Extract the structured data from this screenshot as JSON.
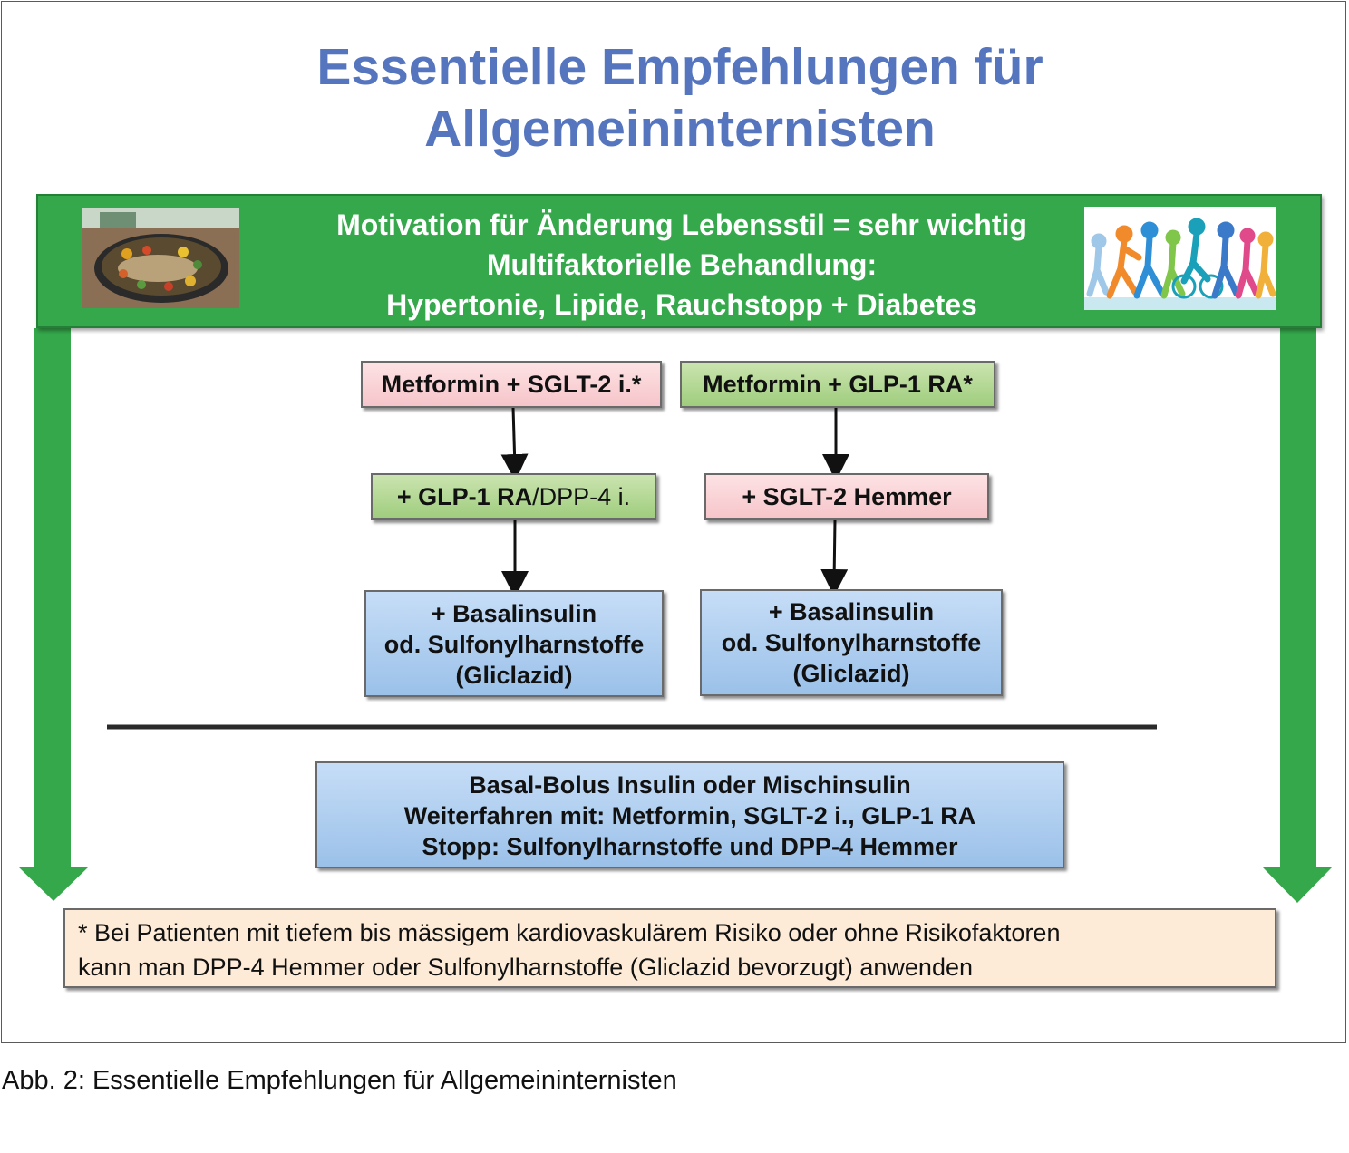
{
  "title": {
    "line1": "Essentielle Empfehlungen für",
    "line2": "Allgemeininternisten"
  },
  "banner": {
    "line1": "Motivation für Änderung Lebensstil = sehr  wichtig",
    "line2": "Multifaktorielle Behandlung:",
    "line3": "Hypertonie, Lipide, Rauchstopp + Diabetes"
  },
  "left_path": {
    "step1": "Metformin + SGLT-2 i.*",
    "step2_bold": "+ GLP-1 RA",
    "step2_rest": "/DPP-4 i.",
    "step3": {
      "line1": "+ Basalinsulin",
      "line2": "od. Sulfonylharnstoffe",
      "line3": "(Gliclazid)"
    }
  },
  "right_path": {
    "step1": "Metformin + GLP-1 RA*",
    "step2": "+ SGLT-2 Hemmer",
    "step3": {
      "line1": "+ Basalinsulin",
      "line2": "od. Sulfonylharnstoffe",
      "line3": "(Gliclazid)"
    }
  },
  "insulin_box": {
    "line1": "Basal-Bolus Insulin oder Mischinsulin",
    "line2": "Weiterfahren mit:  Metformin, SGLT-2 i., GLP-1 RA",
    "line3": "Stopp: Sulfonylharnstoffe und DPP-4 Hemmer"
  },
  "footnote": {
    "line1": "* Bei Patienten mit tiefem bis mässigem kardiovaskulärem Risiko oder ohne Risikofaktoren",
    "line2": "kann man DPP-4  Hemmer  oder Sulfonylharnstoffe (Gliclazid  bevorzugt) anwenden"
  },
  "caption": "Abb. 2: Essentielle Empfehlungen für Allgemeininternisten",
  "colors": {
    "title": "#5575bf",
    "banner_green": "#34a84a",
    "pink_box": "#f6c5ca",
    "green_box": "#9fcd7d",
    "blue_box": "#9bc1e9",
    "footnote_bg": "#fdebd8"
  },
  "images": {
    "left_photo": "fish-dish-photo",
    "right_photo": "runners-illustration"
  }
}
